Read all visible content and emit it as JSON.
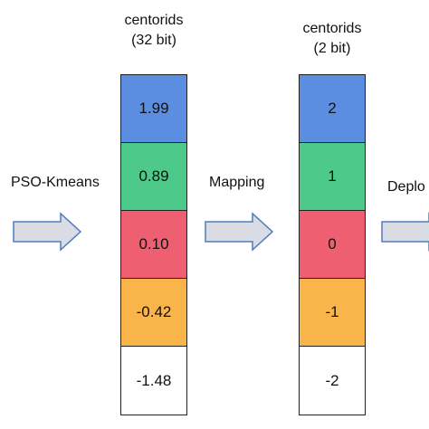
{
  "columns": [
    {
      "title_line1": "centorids",
      "title_line2": "(32 bit)",
      "cells": [
        {
          "value": "1.99",
          "color": "#5B8DE0"
        },
        {
          "value": "0.89",
          "color": "#4DC98A"
        },
        {
          "value": "0.10",
          "color": "#EE5F72"
        },
        {
          "value": "-0.42",
          "color": "#F9B54A"
        },
        {
          "value": "-1.48",
          "color": "#FFFFFF"
        }
      ]
    },
    {
      "title_line1": "centorids",
      "title_line2": "(2 bit)",
      "cells": [
        {
          "value": "2",
          "color": "#5B8DE0"
        },
        {
          "value": "1",
          "color": "#4DC98A"
        },
        {
          "value": "0",
          "color": "#EE5F72"
        },
        {
          "value": "-1",
          "color": "#F9B54A"
        },
        {
          "value": "-2",
          "color": "#FFFFFF"
        }
      ]
    }
  ],
  "steps": [
    {
      "label": "PSO-Kmeans",
      "icon": "right-arrow-icon"
    },
    {
      "label": "Mapping",
      "icon": "right-arrow-icon"
    },
    {
      "label": "Deplo",
      "icon": "right-arrow-icon"
    }
  ],
  "arrow_fill": "#D9DDE3",
  "arrow_stroke": "#4F7BC0"
}
